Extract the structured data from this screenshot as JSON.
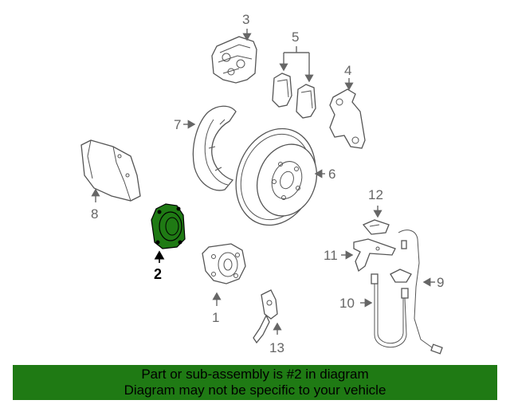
{
  "diagram": {
    "callouts": {
      "c1": "1",
      "c2": "2",
      "c3": "3",
      "c4": "4",
      "c5": "5",
      "c6": "6",
      "c7": "7",
      "c8": "8",
      "c9": "9",
      "c10": "10",
      "c11": "11",
      "c12": "12",
      "c13": "13"
    },
    "highlighted_part": "2",
    "highlight_color": "#1f7a14"
  },
  "footer": {
    "line1": "Part or sub-assembly is #2 in diagram",
    "line2": "Diagram may not be specific to your vehicle",
    "background": "#1f7a14"
  }
}
